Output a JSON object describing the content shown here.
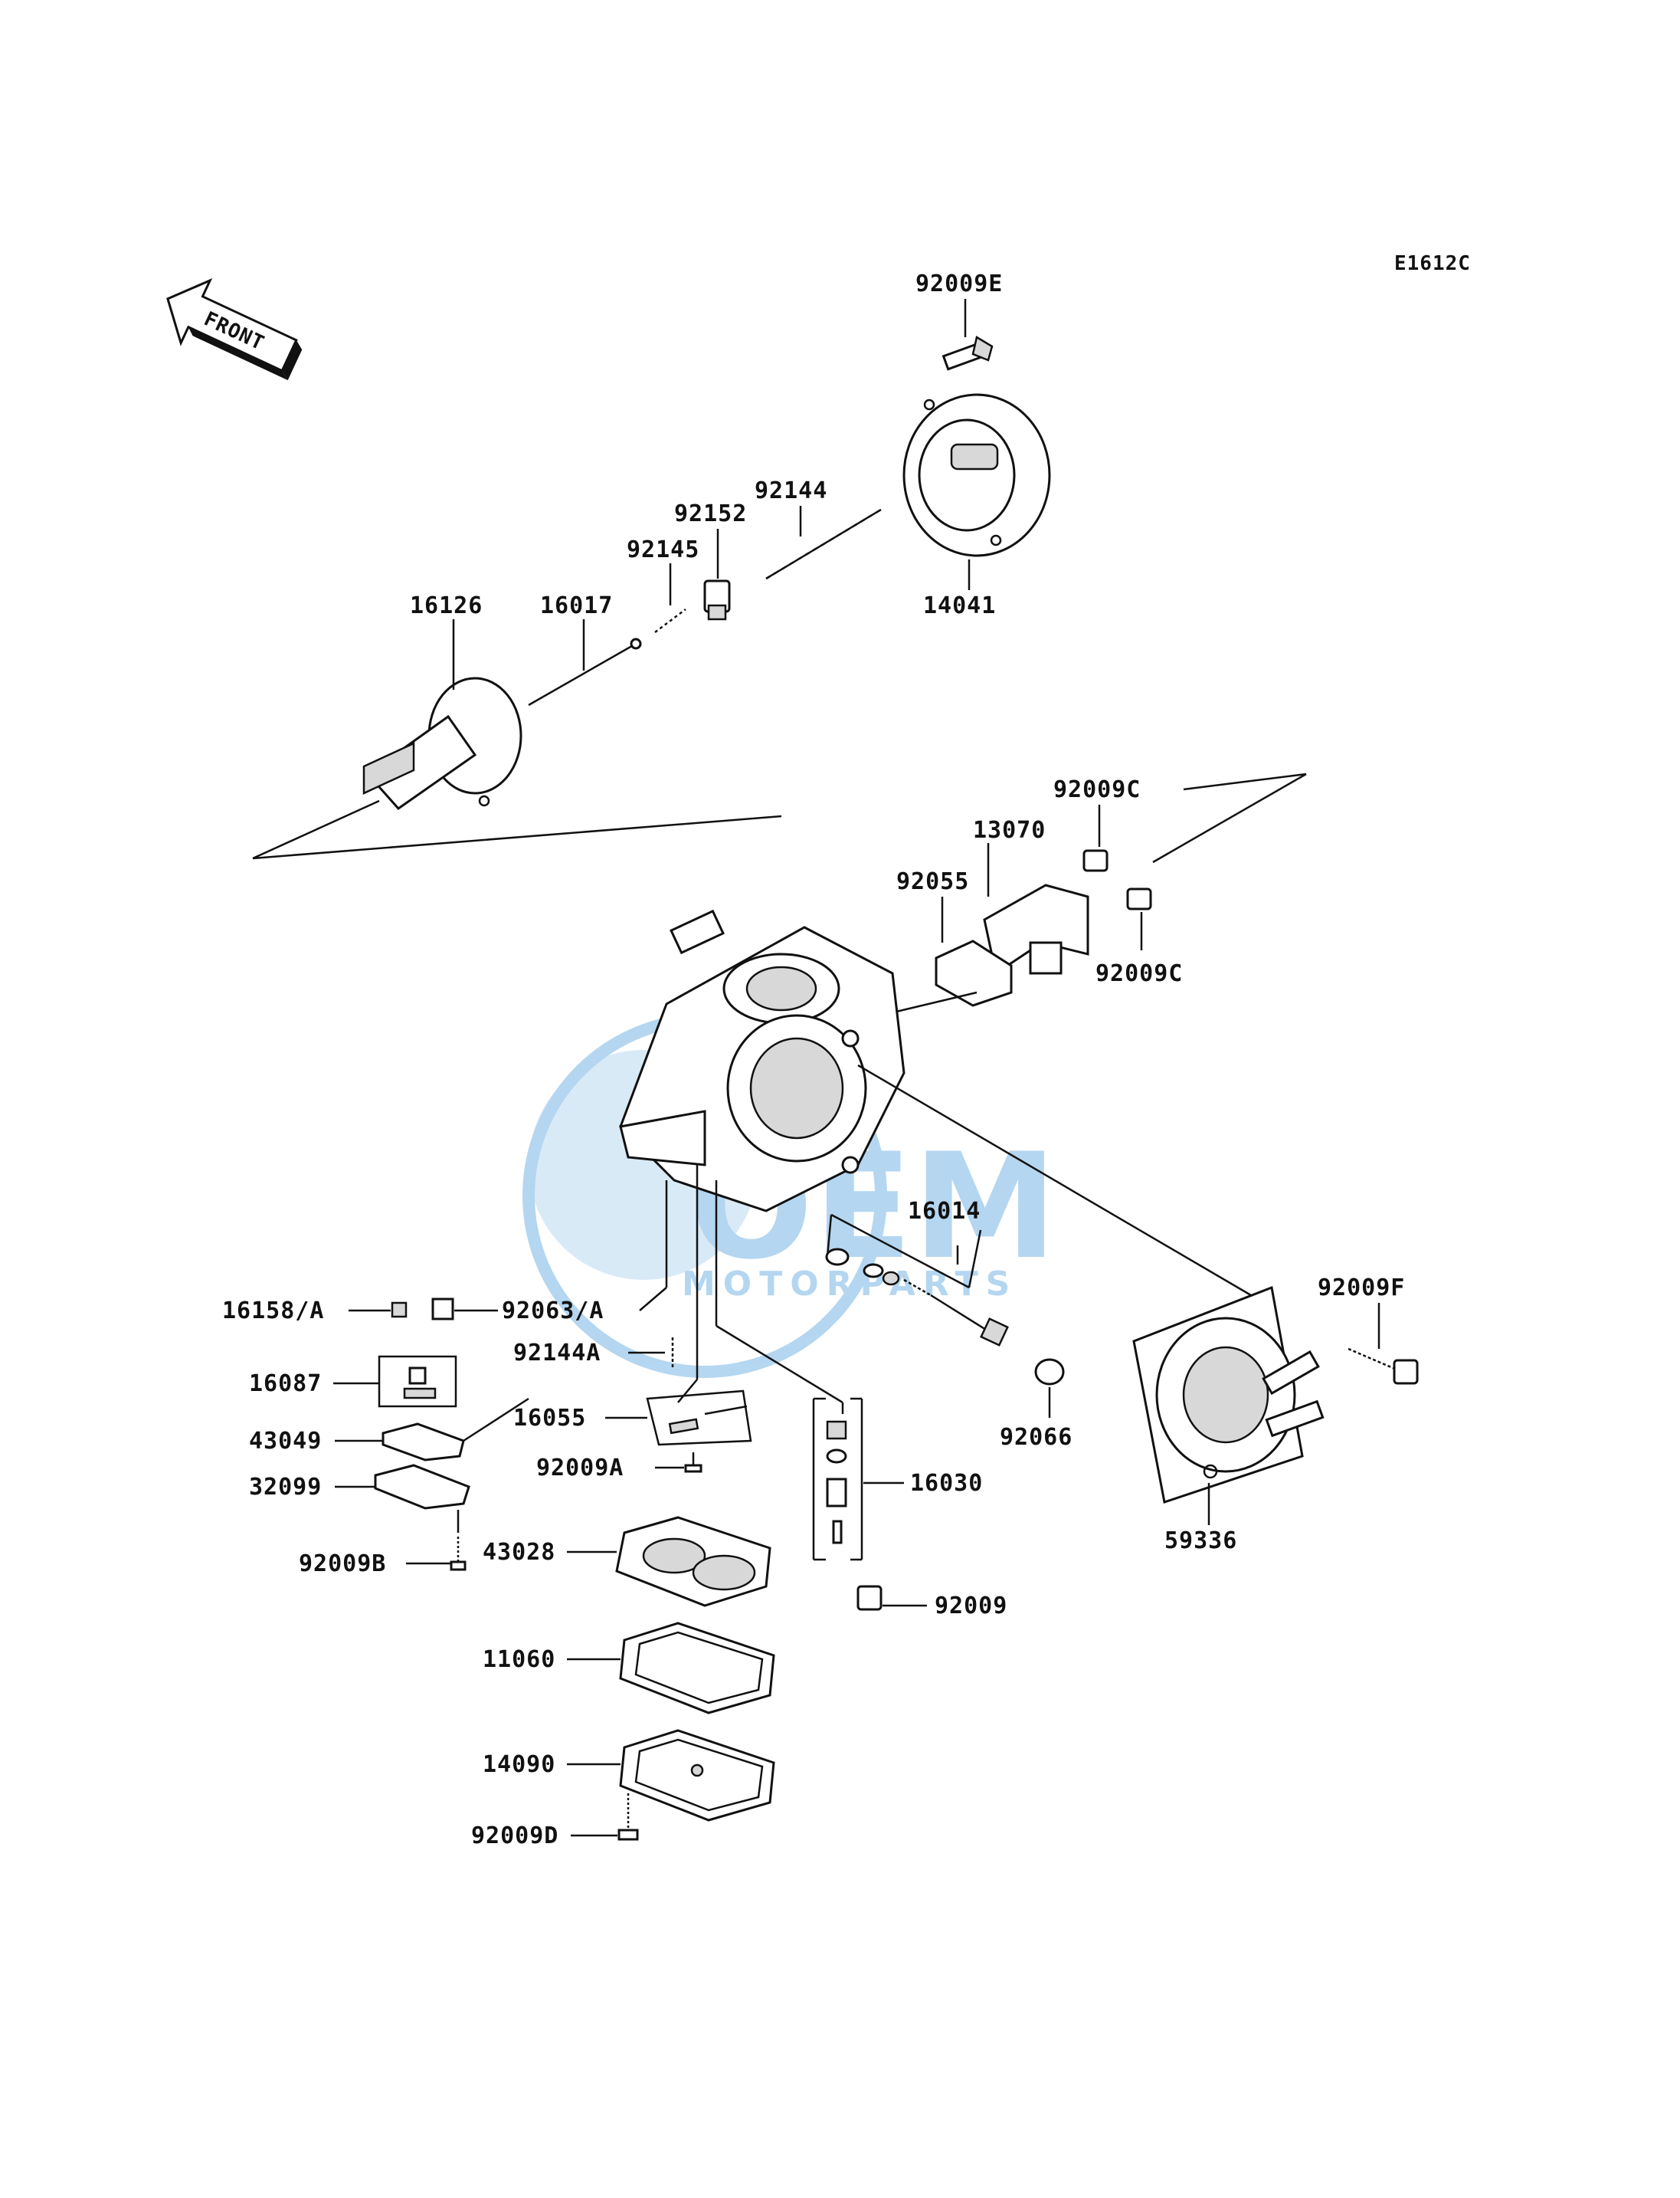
{
  "diagram_code": "E1612C",
  "front_label": "FRONT",
  "watermark": {
    "brand": "OEM",
    "sub": "MOTORPARTS",
    "color": "#5aa6e0"
  },
  "parts": [
    {
      "id": "92009E"
    },
    {
      "id": "92144"
    },
    {
      "id": "92152"
    },
    {
      "id": "92145"
    },
    {
      "id": "16126"
    },
    {
      "id": "16017"
    },
    {
      "id": "14041"
    },
    {
      "id": "92009C"
    },
    {
      "id": "13070"
    },
    {
      "id": "92055"
    },
    {
      "id": "92009C"
    },
    {
      "id": "16014"
    },
    {
      "id": "92009F"
    },
    {
      "id": "16158/A"
    },
    {
      "id": "92063/A"
    },
    {
      "id": "92144A"
    },
    {
      "id": "16087"
    },
    {
      "id": "16055"
    },
    {
      "id": "43049"
    },
    {
      "id": "92009A"
    },
    {
      "id": "16030"
    },
    {
      "id": "92066"
    },
    {
      "id": "59336"
    },
    {
      "id": "32099"
    },
    {
      "id": "92009B"
    },
    {
      "id": "43028"
    },
    {
      "id": "92009"
    },
    {
      "id": "11060"
    },
    {
      "id": "14090"
    },
    {
      "id": "92009D"
    }
  ]
}
